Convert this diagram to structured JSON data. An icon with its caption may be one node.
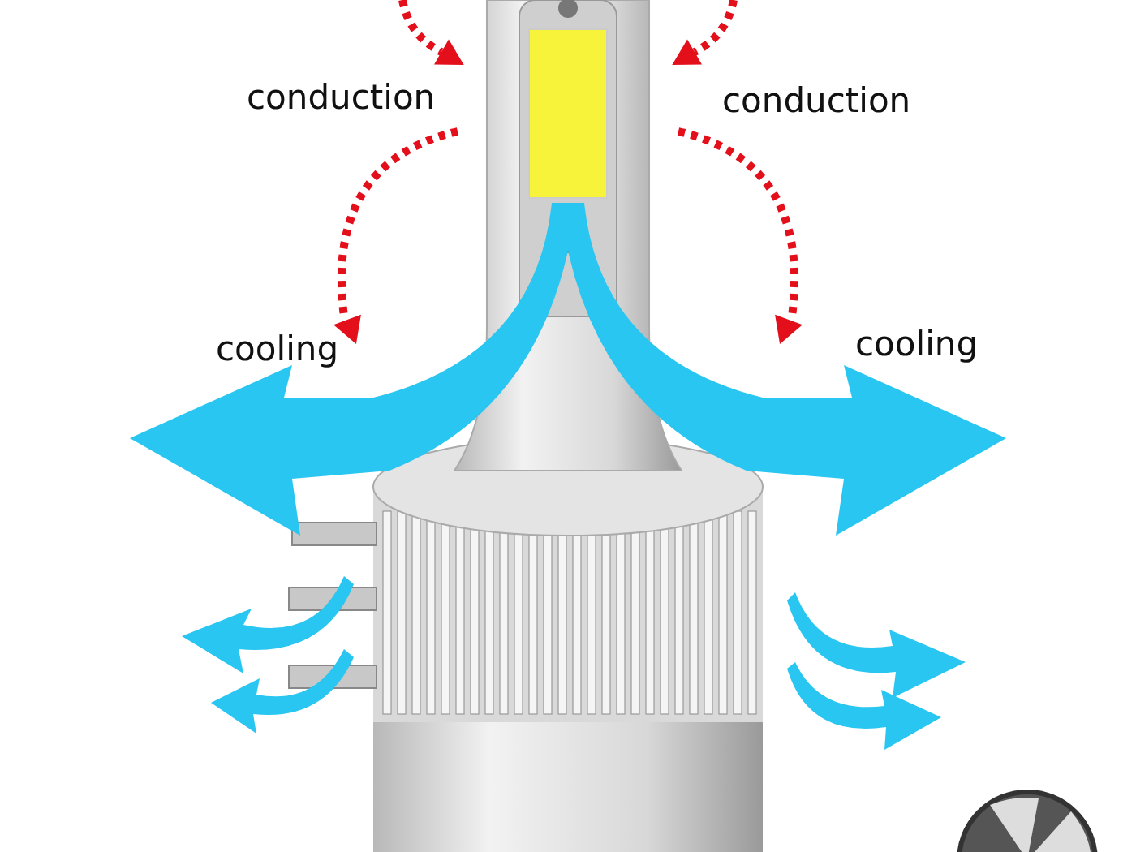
{
  "diagram": {
    "labels": [
      "conduction",
      "conduction",
      "cooling",
      "cooling"
    ]
  }
}
